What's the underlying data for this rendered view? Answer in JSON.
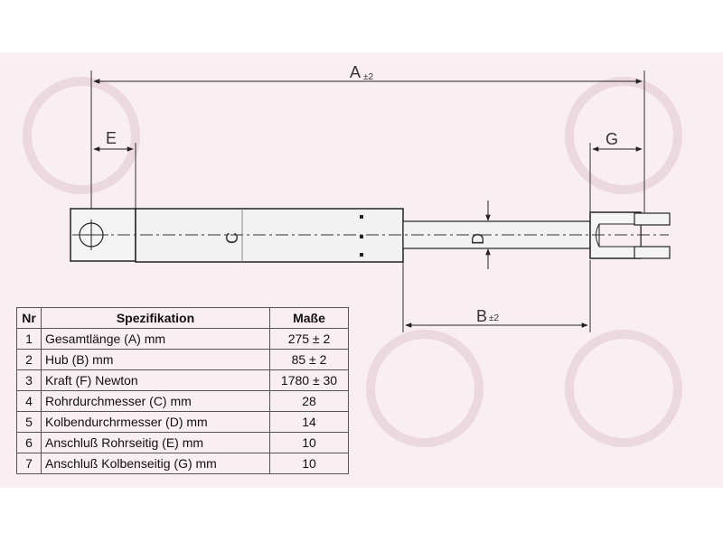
{
  "dimensions": {
    "a": "A",
    "a_tol": "±2",
    "b": "B",
    "b_tol": "±2",
    "c": "C",
    "d": "D",
    "e": "E",
    "g": "G"
  },
  "table": {
    "headers": {
      "nr": "Nr",
      "spec": "Spezifikation",
      "value": "Maße"
    },
    "rows": [
      {
        "nr": "1",
        "spec": "Gesamtlänge (A) mm",
        "value": "275 ± 2"
      },
      {
        "nr": "2",
        "spec": "Hub (B)  mm",
        "value": "85 ± 2"
      },
      {
        "nr": "3",
        "spec": "Kraft (F) Newton",
        "value": "1780 ± 30"
      },
      {
        "nr": "4",
        "spec": "Rohrdurchmesser (C) mm",
        "value": "28"
      },
      {
        "nr": "5",
        "spec": "Kolbendurchrmesser (D) mm",
        "value": "14"
      },
      {
        "nr": "6",
        "spec": "Anschluß Rohrseitig (E) mm",
        "value": "10"
      },
      {
        "nr": "7",
        "spec": "Anschluß Kolbenseitig (G) mm",
        "value": "10"
      }
    ]
  },
  "colors": {
    "background_band": "#f9eef2",
    "line": "#222222"
  }
}
